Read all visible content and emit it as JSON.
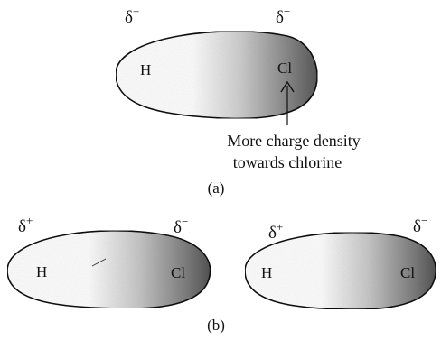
{
  "diagram_a": {
    "delta_plus": "δ",
    "delta_plus_sign": "+",
    "delta_minus": "δ",
    "delta_minus_sign": "−",
    "atom_left": "H",
    "atom_right": "Cl",
    "annotation_line1": "More charge density",
    "annotation_line2": "towards chlorine",
    "label": "(a)"
  },
  "diagram_b": {
    "molecules": [
      {
        "delta_plus": "δ",
        "delta_plus_sign": "+",
        "delta_minus": "δ",
        "delta_minus_sign": "−",
        "atom_left": "H",
        "atom_right": "Cl"
      },
      {
        "delta_plus": "δ",
        "delta_plus_sign": "+",
        "delta_minus": "δ",
        "delta_minus_sign": "−",
        "atom_left": "H",
        "atom_right": "Cl"
      }
    ],
    "label": "(b)"
  },
  "colors": {
    "outline": "#111111",
    "shade_dark": "#5a5a5a",
    "shade_light": "#ffffff"
  }
}
